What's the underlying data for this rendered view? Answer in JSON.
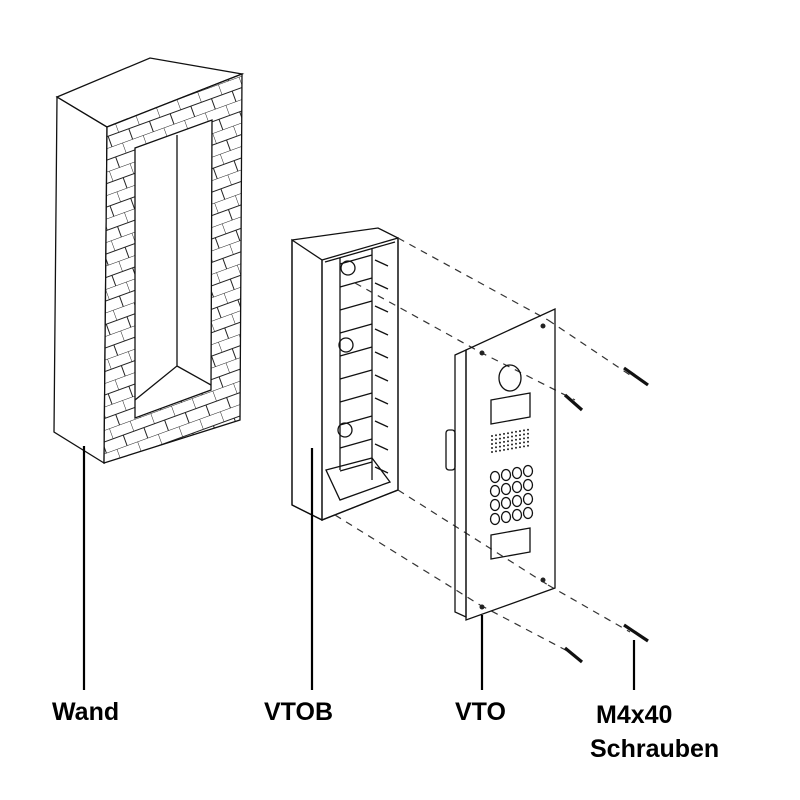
{
  "labels": {
    "wall": "Wand",
    "vtob": "VTOB",
    "vto": "VTO",
    "screws_line1": "M4x40",
    "screws_line2": "Schrauben"
  },
  "colors": {
    "line": "#111111",
    "background": "#ffffff"
  },
  "keypad": {
    "rows": 4,
    "columns": 4
  }
}
